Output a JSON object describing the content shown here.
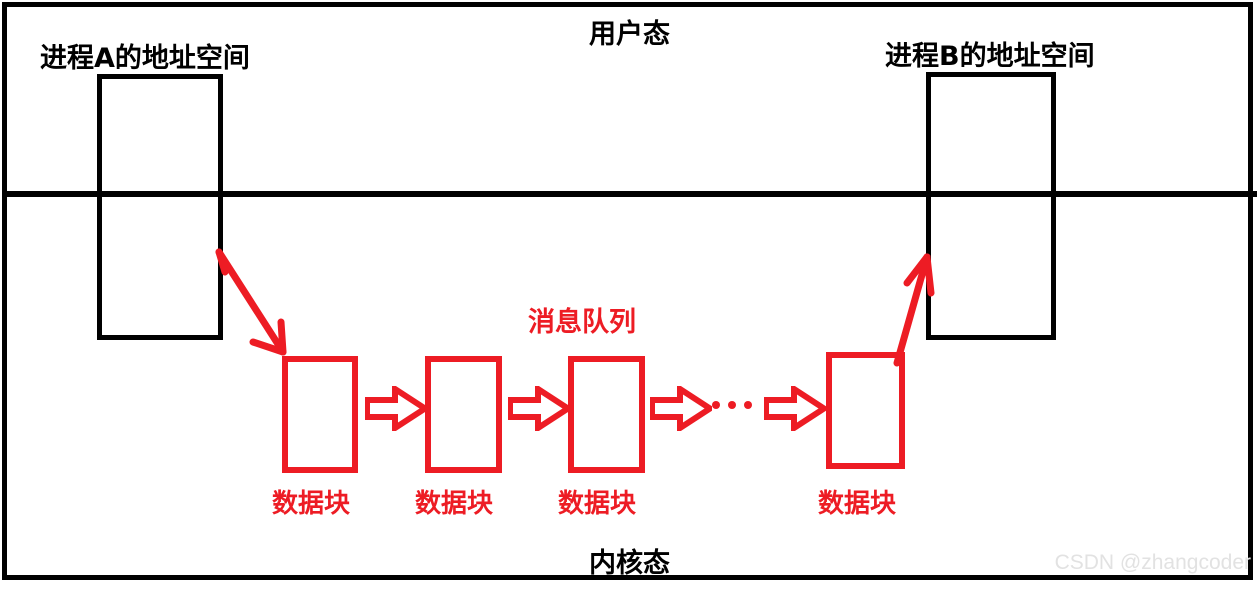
{
  "diagram": {
    "title_user_mode": "用户态",
    "title_kernel_mode": "内核态",
    "process_a_label": "进程A的地址空间",
    "process_b_label": "进程B的地址空间",
    "queue_title": "消息队列",
    "ellipsis": "...",
    "data_blocks": [
      {
        "label": "数据块"
      },
      {
        "label": "数据块"
      },
      {
        "label": "数据块"
      },
      {
        "label": "数据块"
      }
    ],
    "arrows": {
      "send": "process-a-to-queue",
      "receive": "queue-to-process-b",
      "between_blocks": "next-block"
    },
    "colors": {
      "accent_red": "#ED1C24",
      "outline_black": "#000000",
      "background": "#ffffff",
      "watermark": "#e2e2e2"
    }
  },
  "watermark": {
    "text": "CSDN @zhangcoder"
  }
}
